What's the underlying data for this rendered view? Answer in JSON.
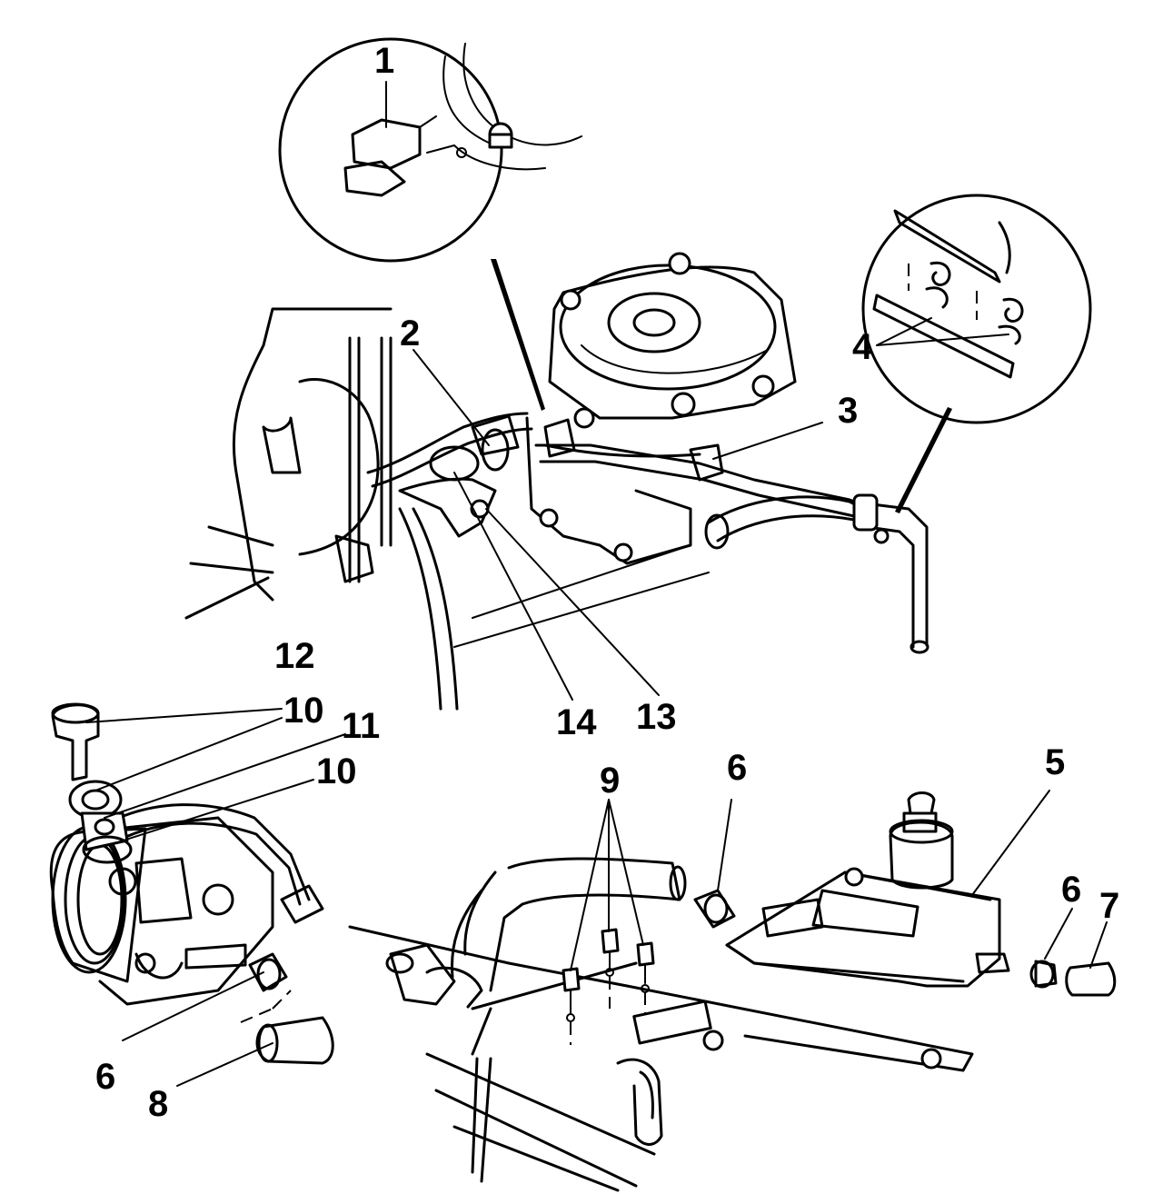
{
  "callouts": [
    {
      "id": "c1",
      "text": "1"
    },
    {
      "id": "c2",
      "text": "2"
    },
    {
      "id": "c3",
      "text": "3"
    },
    {
      "id": "c4",
      "text": "4"
    },
    {
      "id": "c5",
      "text": "5"
    },
    {
      "id": "c6a",
      "text": "6"
    },
    {
      "id": "c6b",
      "text": "6"
    },
    {
      "id": "c6c",
      "text": "6"
    },
    {
      "id": "c7",
      "text": "7"
    },
    {
      "id": "c8",
      "text": "8"
    },
    {
      "id": "c9",
      "text": "9"
    },
    {
      "id": "c10a",
      "text": "10"
    },
    {
      "id": "c10b",
      "text": "10"
    },
    {
      "id": "c11",
      "text": "11"
    },
    {
      "id": "c12",
      "text": "12"
    },
    {
      "id": "c13",
      "text": "13"
    },
    {
      "id": "c14",
      "text": "14"
    }
  ]
}
